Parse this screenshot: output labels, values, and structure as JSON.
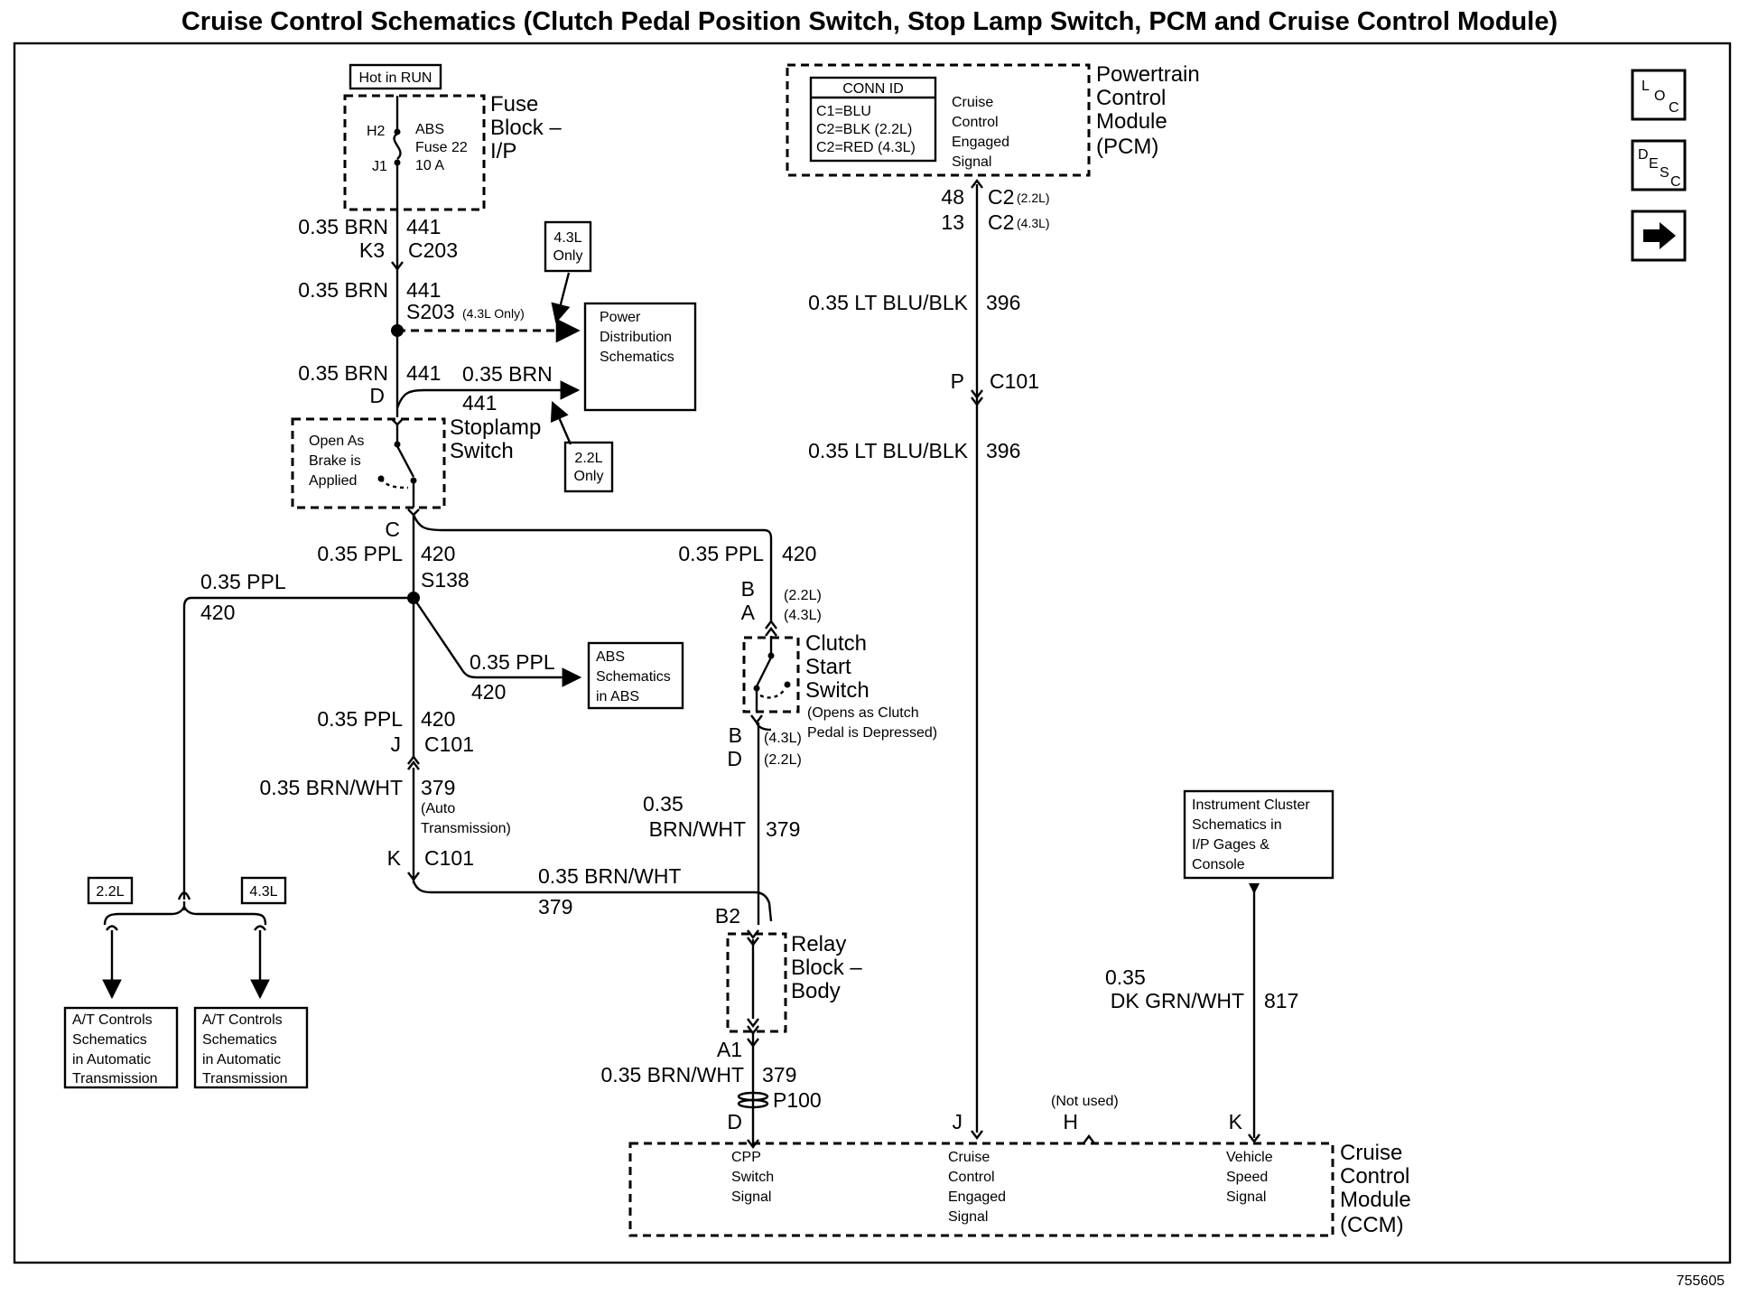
{
  "title": "Cruise Control Schematics (Clutch Pedal Position Switch, Stop Lamp Switch, PCM and Cruise Control Module)",
  "figure_number": "755605",
  "nav_icons": [
    "loc-icon",
    "desc-icon",
    "next-arrow-icon"
  ],
  "hot_in_run": "Hot in RUN",
  "fuse_block": {
    "name": [
      "Fuse",
      "Block –",
      "I/P"
    ],
    "h": "H2",
    "j": "J1",
    "fuse": [
      "ABS",
      "Fuse 22",
      "10 A"
    ]
  },
  "left_wire": {
    "w1": "0.35 BRN",
    "c1": "441",
    "k3": "K3",
    "c203": "C203",
    "w2": "0.35 BRN",
    "c2": "441",
    "s203": "S203",
    "s203_note": "(4.3L Only)",
    "w3": "0.35 BRN",
    "c3": "441",
    "d": "D",
    "branch_w": "0.35 BRN",
    "branch_c": "441"
  },
  "note_43l_only": [
    "4.3L",
    "Only"
  ],
  "note_22l_only": [
    "2.2L",
    "Only"
  ],
  "power_dist": [
    "Power",
    "Distribution",
    "Schematics"
  ],
  "stoplamp": {
    "name": [
      "Stoplamp",
      "Switch"
    ],
    "note": [
      "Open As",
      "Brake is",
      "Applied"
    ]
  },
  "after_stoplamp": {
    "c": "C",
    "w": "0.35 PPL",
    "c1": "420",
    "s138": "S138",
    "left_w": "0.35 PPL",
    "left_c": "420",
    "top_right_w": "0.35 PPL",
    "top_right_c": "420",
    "abs_w": "0.35 PPL",
    "abs_c": "420",
    "j_w": "0.35 PPL",
    "j_c": "420",
    "j": "J",
    "c101_a": "C101",
    "k_w": "0.35 BRN/WHT",
    "k_c": "379",
    "auto": [
      "(Auto",
      "Transmission)"
    ],
    "k": "K",
    "c101_b": "C101",
    "bottom_w": "0.35 BRN/WHT",
    "bottom_c": "379"
  },
  "abs_box": [
    "ABS",
    "Schematics",
    "in ABS"
  ],
  "badge_22": "2.2L",
  "badge_43": "4.3L",
  "at_box_1": [
    "A/T Controls",
    "Schematics",
    "in Automatic",
    "Transmission"
  ],
  "at_box_2": [
    "A/T Controls",
    "Schematics",
    "in Automatic",
    "Transmission"
  ],
  "clutch": {
    "b": "B",
    "b_note": "(2.2L)",
    "a": "A",
    "a_note": "(4.3L)",
    "name": [
      "Clutch",
      "Start",
      "Switch"
    ],
    "note": [
      "(Opens as Clutch",
      "Pedal is Depressed)"
    ],
    "b2": "B",
    "b2_note": "(4.3L)",
    "d": "D",
    "d_note": "(2.2L)",
    "w_top": "0.35",
    "w_bot": "BRN/WHT",
    "c": "379"
  },
  "relay": {
    "b2": "B2",
    "name": [
      "Relay",
      "Block –",
      "Body"
    ],
    "a1": "A1",
    "w": "0.35 BRN/WHT",
    "c": "379",
    "p100": "P100",
    "d": "D"
  },
  "pcm": {
    "name": [
      "Powertrain",
      "Control",
      "Module",
      "(PCM)"
    ],
    "conn_id": "CONN ID",
    "conn_rows": [
      "C1=BLU",
      "C2=BLK (2.2L)",
      "C2=RED (4.3L)"
    ],
    "signal": [
      "Cruise",
      "Control",
      "Engaged",
      "Signal"
    ],
    "pin48": "48",
    "c2a": "C2",
    "c2a_note": "(2.2L)",
    "pin13": "13",
    "c2b": "C2",
    "c2b_note": "(4.3L)",
    "w1": "0.35 LT BLU/BLK",
    "c1": "396",
    "p": "P",
    "c101": "C101",
    "w2": "0.35 LT BLU/BLK",
    "c2": "396"
  },
  "cluster_box": [
    "Instrument Cluster",
    "Schematics in",
    "I/P Gages &",
    "Console"
  ],
  "vss": {
    "w_top": "0.35",
    "w_bot": "DK GRN/WHT",
    "c": "817"
  },
  "ccm": {
    "name": [
      "Cruise",
      "Control",
      "Module",
      "(CCM)"
    ],
    "pin_d": "D",
    "pin_j": "J",
    "pin_h": "H",
    "not_used": "(Not used)",
    "pin_k": "K",
    "cpp": [
      "CPP",
      "Switch",
      "Signal"
    ],
    "cce": [
      "Cruise",
      "Control",
      "Engaged",
      "Signal"
    ],
    "vss": [
      "Vehicle",
      "Speed",
      "Signal"
    ]
  }
}
